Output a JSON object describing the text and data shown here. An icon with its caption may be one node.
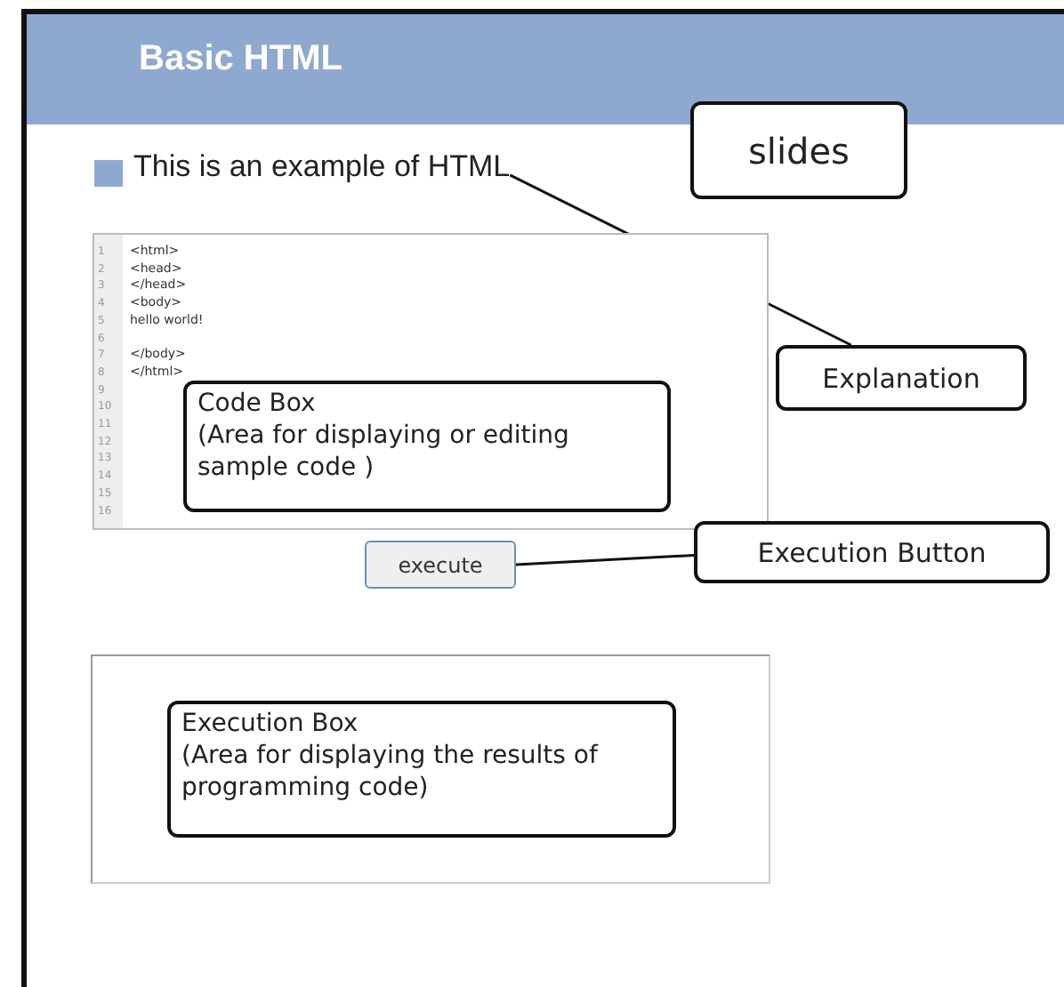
{
  "diagram": {
    "nodes": [
      {
        "text": [
          "Basic HTML"
        ]
      },
      {
        "text": [
          "This is an example of HTML"
        ]
      },
      {
        "text": [
          "slides"
        ]
      },
      {
        "text": [
          "Explanation"
        ]
      },
      {
        "text": [
          "<html>",
          "<head>",
          "</head>",
          "<body>",
          "hello world!",
          "</body>",
          "</html>"
        ]
      },
      {
        "text": [
          "Code Box",
          "(Area for displaying or editing sample code )"
        ],
        "in": 4
      },
      {
        "text": [
          "execute"
        ]
      },
      {
        "text": [
          "Execution Button"
        ]
      },
      {
        "text": [],
        "shape": "box"
      },
      {
        "text": [
          "Execution Box",
          "(Area for displaying the results of programming code)"
        ],
        "in": 8
      }
    ],
    "edges": [
      {
        "from": 3,
        "to": 1,
        "arrow": "none"
      },
      {
        "from": 7,
        "to": 6,
        "arrow": "none"
      }
    ],
    "labels": [
      "1",
      "2",
      "3",
      "4",
      "5",
      "6",
      "7",
      "8",
      "9",
      "10",
      "11",
      "12",
      "13",
      "14",
      "15",
      "16"
    ]
  }
}
